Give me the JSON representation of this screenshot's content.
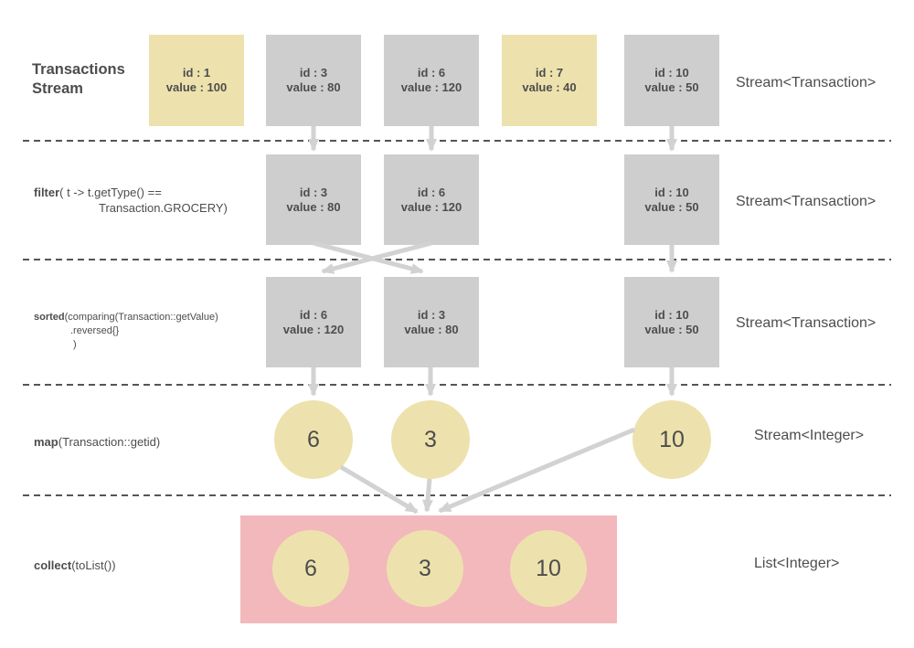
{
  "colors": {
    "yellow": "#EDE2AD",
    "gray": "#CECECE",
    "pink": "#F2B8BC",
    "arrow": "#D2D2D2",
    "dash": "#555555",
    "text": "#4D4D4D",
    "bg": "#FFFFFF"
  },
  "rows": {
    "source": {
      "title_line1": "Transactions",
      "title_line2": "Stream",
      "type_label": "Stream<Transaction>",
      "boxes": [
        {
          "line1": "id : 1",
          "line2": "value : 100",
          "variant": "yellow"
        },
        {
          "line1": "id : 3",
          "line2": "value : 80",
          "variant": "gray"
        },
        {
          "line1": "id : 6",
          "line2": "value : 120",
          "variant": "gray"
        },
        {
          "line1": "id : 7",
          "line2": "value : 40",
          "variant": "yellow"
        },
        {
          "line1": "id : 10",
          "line2": "value : 50",
          "variant": "gray"
        }
      ]
    },
    "filter": {
      "label_bold": "filter",
      "label_line1": "( t -> t.getType() ==",
      "label_line2": "Transaction.GROCERY)",
      "type_label": "Stream<Transaction>",
      "boxes": [
        {
          "line1": "id : 3",
          "line2": "value : 80"
        },
        {
          "line1": "id : 6",
          "line2": "value : 120"
        },
        {
          "line1": "id : 10",
          "line2": "value : 50"
        }
      ]
    },
    "sorted": {
      "label_bold": "sorted",
      "label_line1": "(comparing(Transaction::getValue)",
      "label_line2": ".reversed{}",
      "label_line3": ")",
      "type_label": "Stream<Transaction>",
      "boxes": [
        {
          "line1": "id : 6",
          "line2": "value : 120"
        },
        {
          "line1": "id : 3",
          "line2": "value : 80"
        },
        {
          "line1": "id : 10",
          "line2": "value : 50"
        }
      ]
    },
    "map": {
      "label_bold": "map",
      "label_rest": "(Transaction::getid)",
      "type_label": "Stream<Integer>",
      "circles": [
        "6",
        "3",
        "10"
      ]
    },
    "collect": {
      "label_bold": "collect",
      "label_rest": "(toList())",
      "type_label": "List<Integer>",
      "circles": [
        "6",
        "3",
        "10"
      ]
    }
  }
}
